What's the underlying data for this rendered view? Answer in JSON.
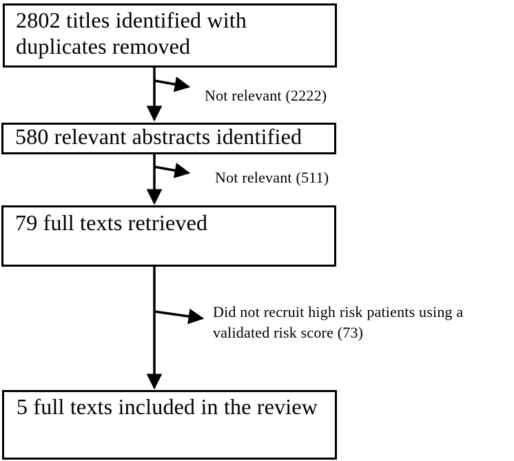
{
  "diagram": {
    "kind": "study-selection-flowchart",
    "colors": {
      "line": "#000000",
      "text": "#000000",
      "background": "#ffffff"
    },
    "boxes": [
      {
        "label": "2802 titles identified with duplicates removed",
        "count": 2802
      },
      {
        "label": "580 relevant abstracts identified",
        "count": 580
      },
      {
        "label": "79 full texts retrieved",
        "count": 79
      },
      {
        "label": "5 full texts included in the review",
        "count": 5
      }
    ],
    "exclusions": [
      {
        "label": "Not relevant (2222)",
        "count": 2222
      },
      {
        "label": "Not relevant (511)",
        "count": 511
      },
      {
        "label": "Did not recruit high risk patients using a validated risk score (73)",
        "count": 73
      }
    ]
  }
}
